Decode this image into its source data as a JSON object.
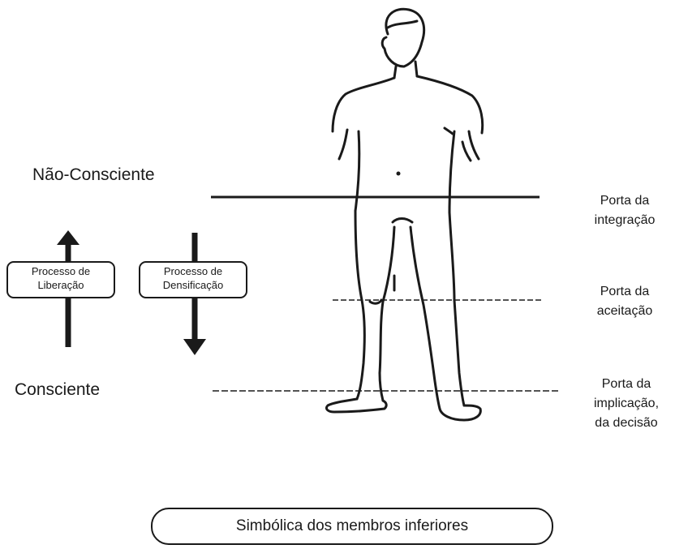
{
  "levels": {
    "top": "Não-Consciente",
    "bottom": "Consciente"
  },
  "processes": {
    "up": {
      "line1": "Processo de",
      "line2": "Liberação"
    },
    "down": {
      "line1": "Processo de",
      "line2": "Densificação"
    }
  },
  "doors": [
    {
      "line1": "Porta da",
      "line2": "integração"
    },
    {
      "line1": "Porta da",
      "line2": "aceitação"
    },
    {
      "line1": "Porta da",
      "line2": "implicação,",
      "line3": "da decisão"
    }
  ],
  "caption": "Simbólica dos membros inferiores",
  "colors": {
    "ink": "#1a1a1a",
    "background": "#ffffff"
  }
}
